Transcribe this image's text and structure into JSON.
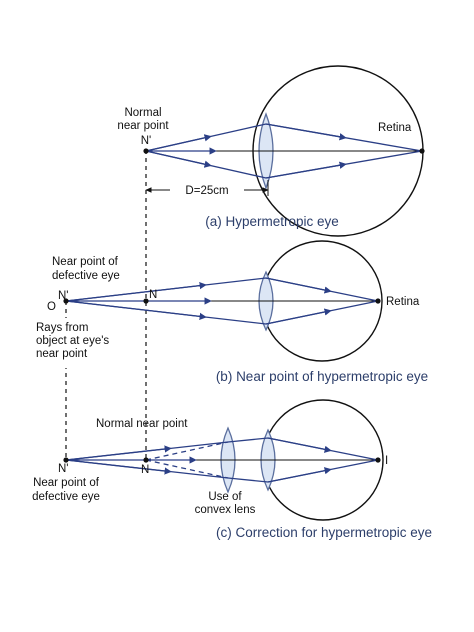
{
  "diagram_a": {
    "label_normal_near_point_line1": "Normal",
    "label_normal_near_point_line2": "near point",
    "label_n_prime": "N'",
    "label_retina": "Retina",
    "distance_label": "D=25cm",
    "caption": "(a) Hypermetropic eye"
  },
  "diagram_b": {
    "label_near_point_line1": "Near point of",
    "label_near_point_line2": "defective eye",
    "label_o": "O",
    "label_n_prime": "N'",
    "label_n": "N",
    "label_rays_line1": "Rays from",
    "label_rays_line2": "object at eye's",
    "label_rays_line3": "near point",
    "label_retina": "Retina",
    "caption": "(b) Near point of hypermetropic eye"
  },
  "diagram_c": {
    "label_normal_near_point": "Normal near point",
    "label_n_prime": "N'",
    "label_n": "N",
    "label_near_point_line1": "Near point of",
    "label_near_point_line2": "defective eye",
    "label_use_line1": "Use of",
    "label_use_line2": "convex lens",
    "label_image": "I",
    "caption": "(c) Correction for hypermetropic eye"
  },
  "colors": {
    "ray": "#2b3f86",
    "lens_fill": "#dce6f5",
    "caption": "#2c3e6a"
  }
}
